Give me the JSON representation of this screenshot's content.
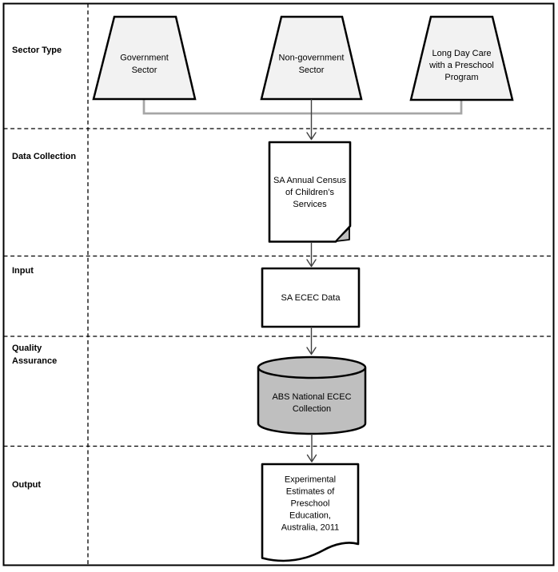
{
  "colors": {
    "background": "#ffffff",
    "shape_fill": "#f2f2f2",
    "cylinder_fill": "#bfbfbf",
    "fold_fill": "#bfbfbf",
    "connector_gray": "#a6a6a6",
    "arrow_dark": "#404040",
    "outline": "#000000"
  },
  "lanes": [
    {
      "label": "Sector Type"
    },
    {
      "label": "Data Collection"
    },
    {
      "label": "Input"
    },
    {
      "label": "Quality Assurance",
      "lines": [
        "Quality",
        "Assurance"
      ]
    },
    {
      "label": "Output"
    }
  ],
  "nodes": {
    "government": {
      "shape": "trapezoid",
      "lines": [
        "Government",
        "Sector"
      ]
    },
    "non_government": {
      "shape": "trapezoid",
      "lines": [
        "Non-government",
        "Sector"
      ]
    },
    "long_day_care": {
      "shape": "trapezoid",
      "lines": [
        "Long Day Care",
        "with a Preschool",
        "Program"
      ]
    },
    "census": {
      "shape": "document",
      "lines": [
        "SA Annual Census",
        "of Children’s",
        "Services"
      ]
    },
    "ecec_data": {
      "shape": "rectangle",
      "lines": [
        "SA ECEC Data"
      ]
    },
    "abs_collection": {
      "shape": "cylinder",
      "lines": [
        "ABS National ECEC",
        "Collection"
      ]
    },
    "output_doc": {
      "shape": "wavy-document",
      "lines": [
        "Experimental",
        "Estimates of",
        "Preschool",
        "Education,",
        "Australia, 2011"
      ]
    }
  }
}
